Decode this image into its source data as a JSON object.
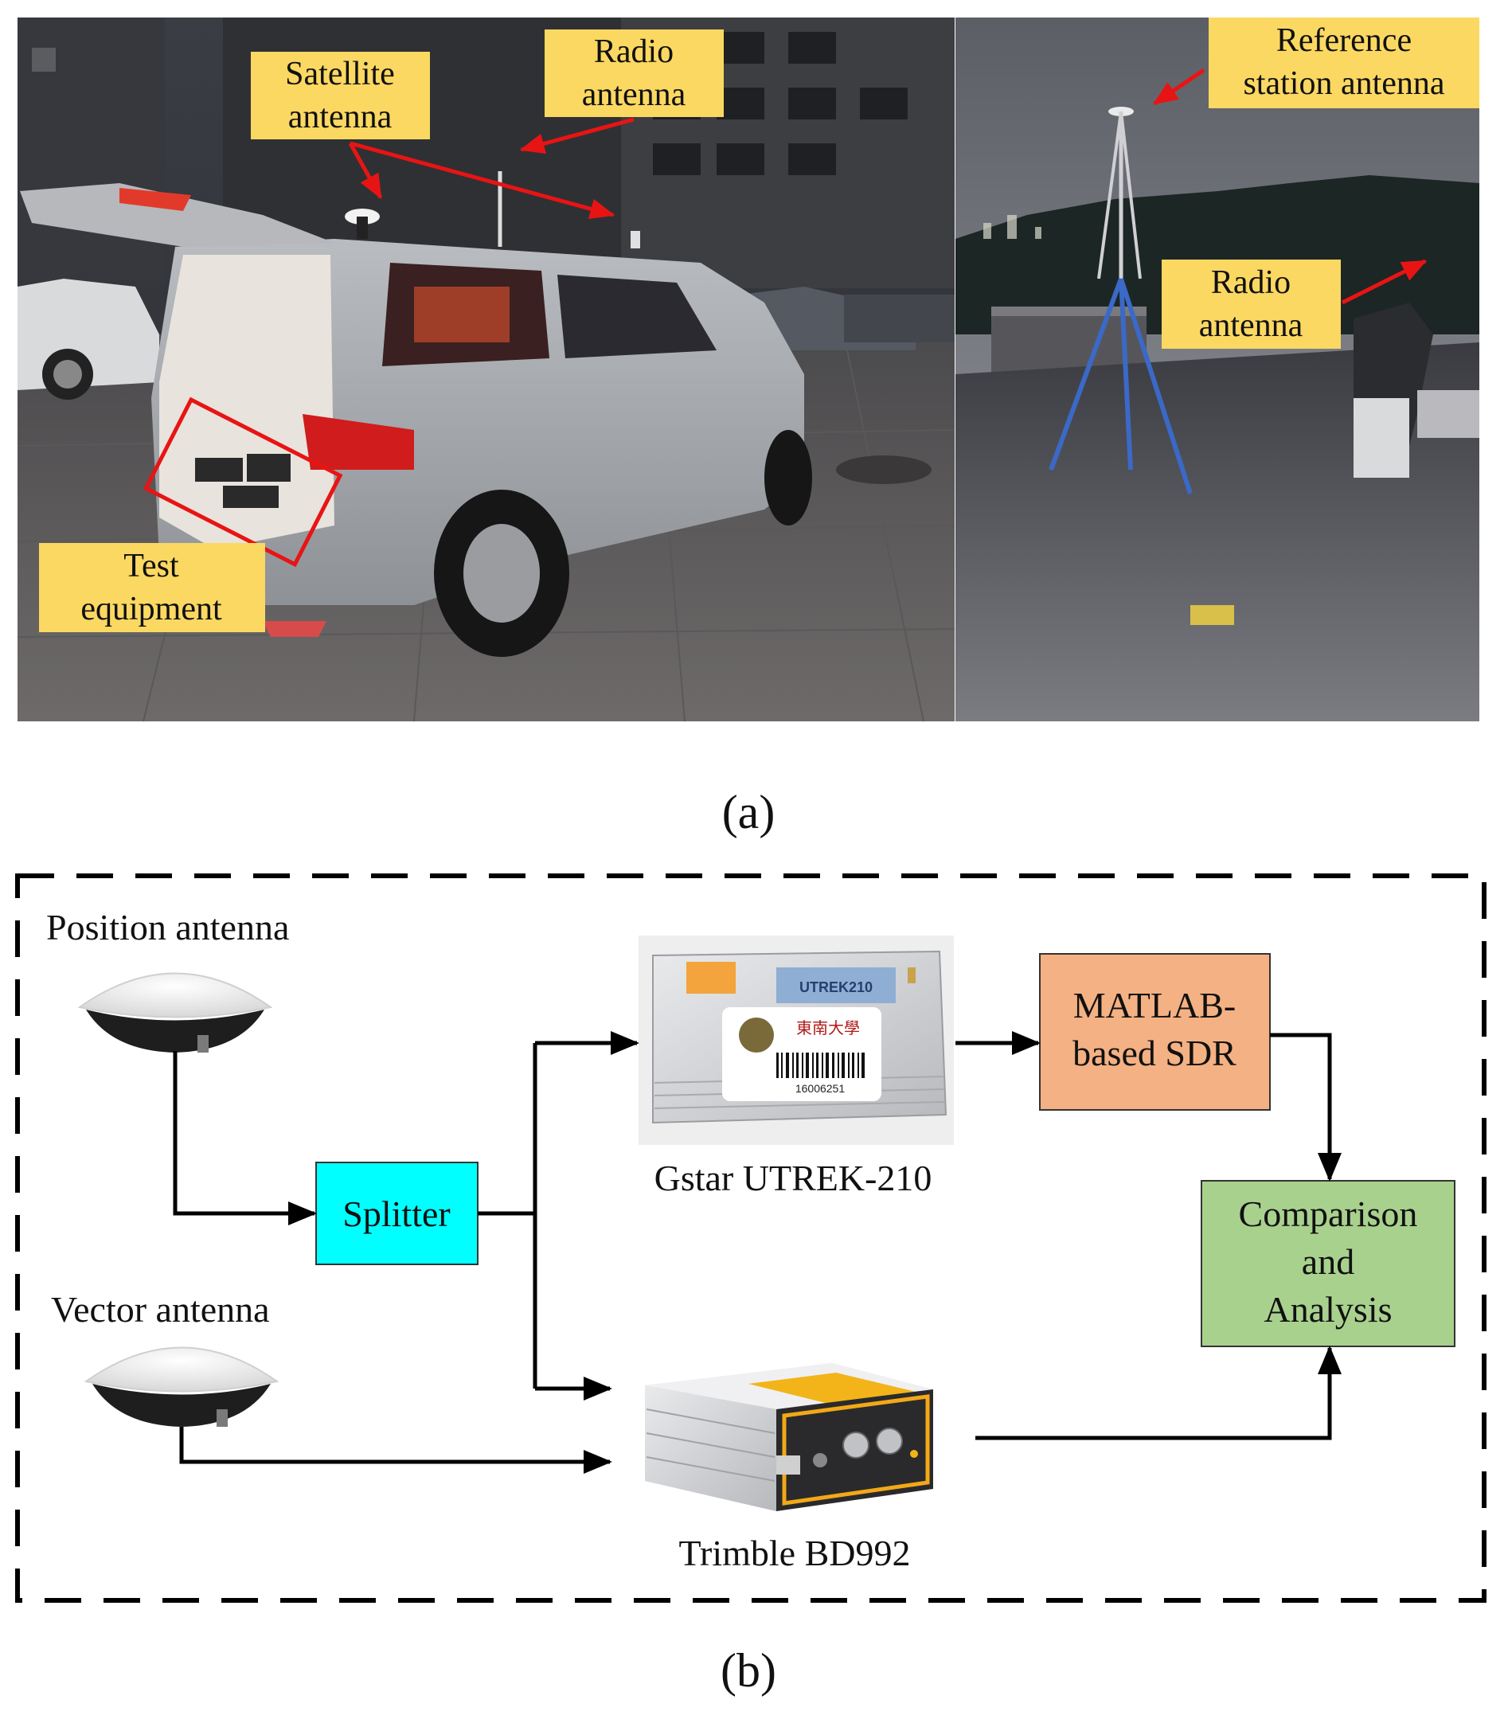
{
  "panel_a": {
    "caption": "(a)",
    "labels": {
      "satellite_antenna": [
        "Satellite",
        "antenna"
      ],
      "radio_antenna_car": [
        "Radio",
        "antenna"
      ],
      "test_equipment": [
        "Test",
        "equipment"
      ],
      "reference_station": [
        "Reference",
        "station antenna"
      ],
      "radio_antenna_station": [
        "Radio",
        "antenna"
      ]
    }
  },
  "panel_b": {
    "caption": "(b)",
    "position_antenna": "Position antenna",
    "vector_antenna": "Vector antenna",
    "splitter": "Splitter",
    "gstar": "Gstar UTREK-210",
    "gstar_device": {
      "model": "UTREK210",
      "org": "東南大學",
      "barcode": "16006251"
    },
    "matlab": [
      "MATLAB-",
      "based SDR"
    ],
    "comparison": [
      "Comparison",
      "and",
      "Analysis"
    ],
    "trimble": "Trimble BD992"
  },
  "colors": {
    "label_bg": "#FBD862",
    "splitter": "#00FFFF",
    "matlab": "#F4B183",
    "comparison": "#A9D18E",
    "arrow_red": "#E81414",
    "line": "#000000"
  }
}
